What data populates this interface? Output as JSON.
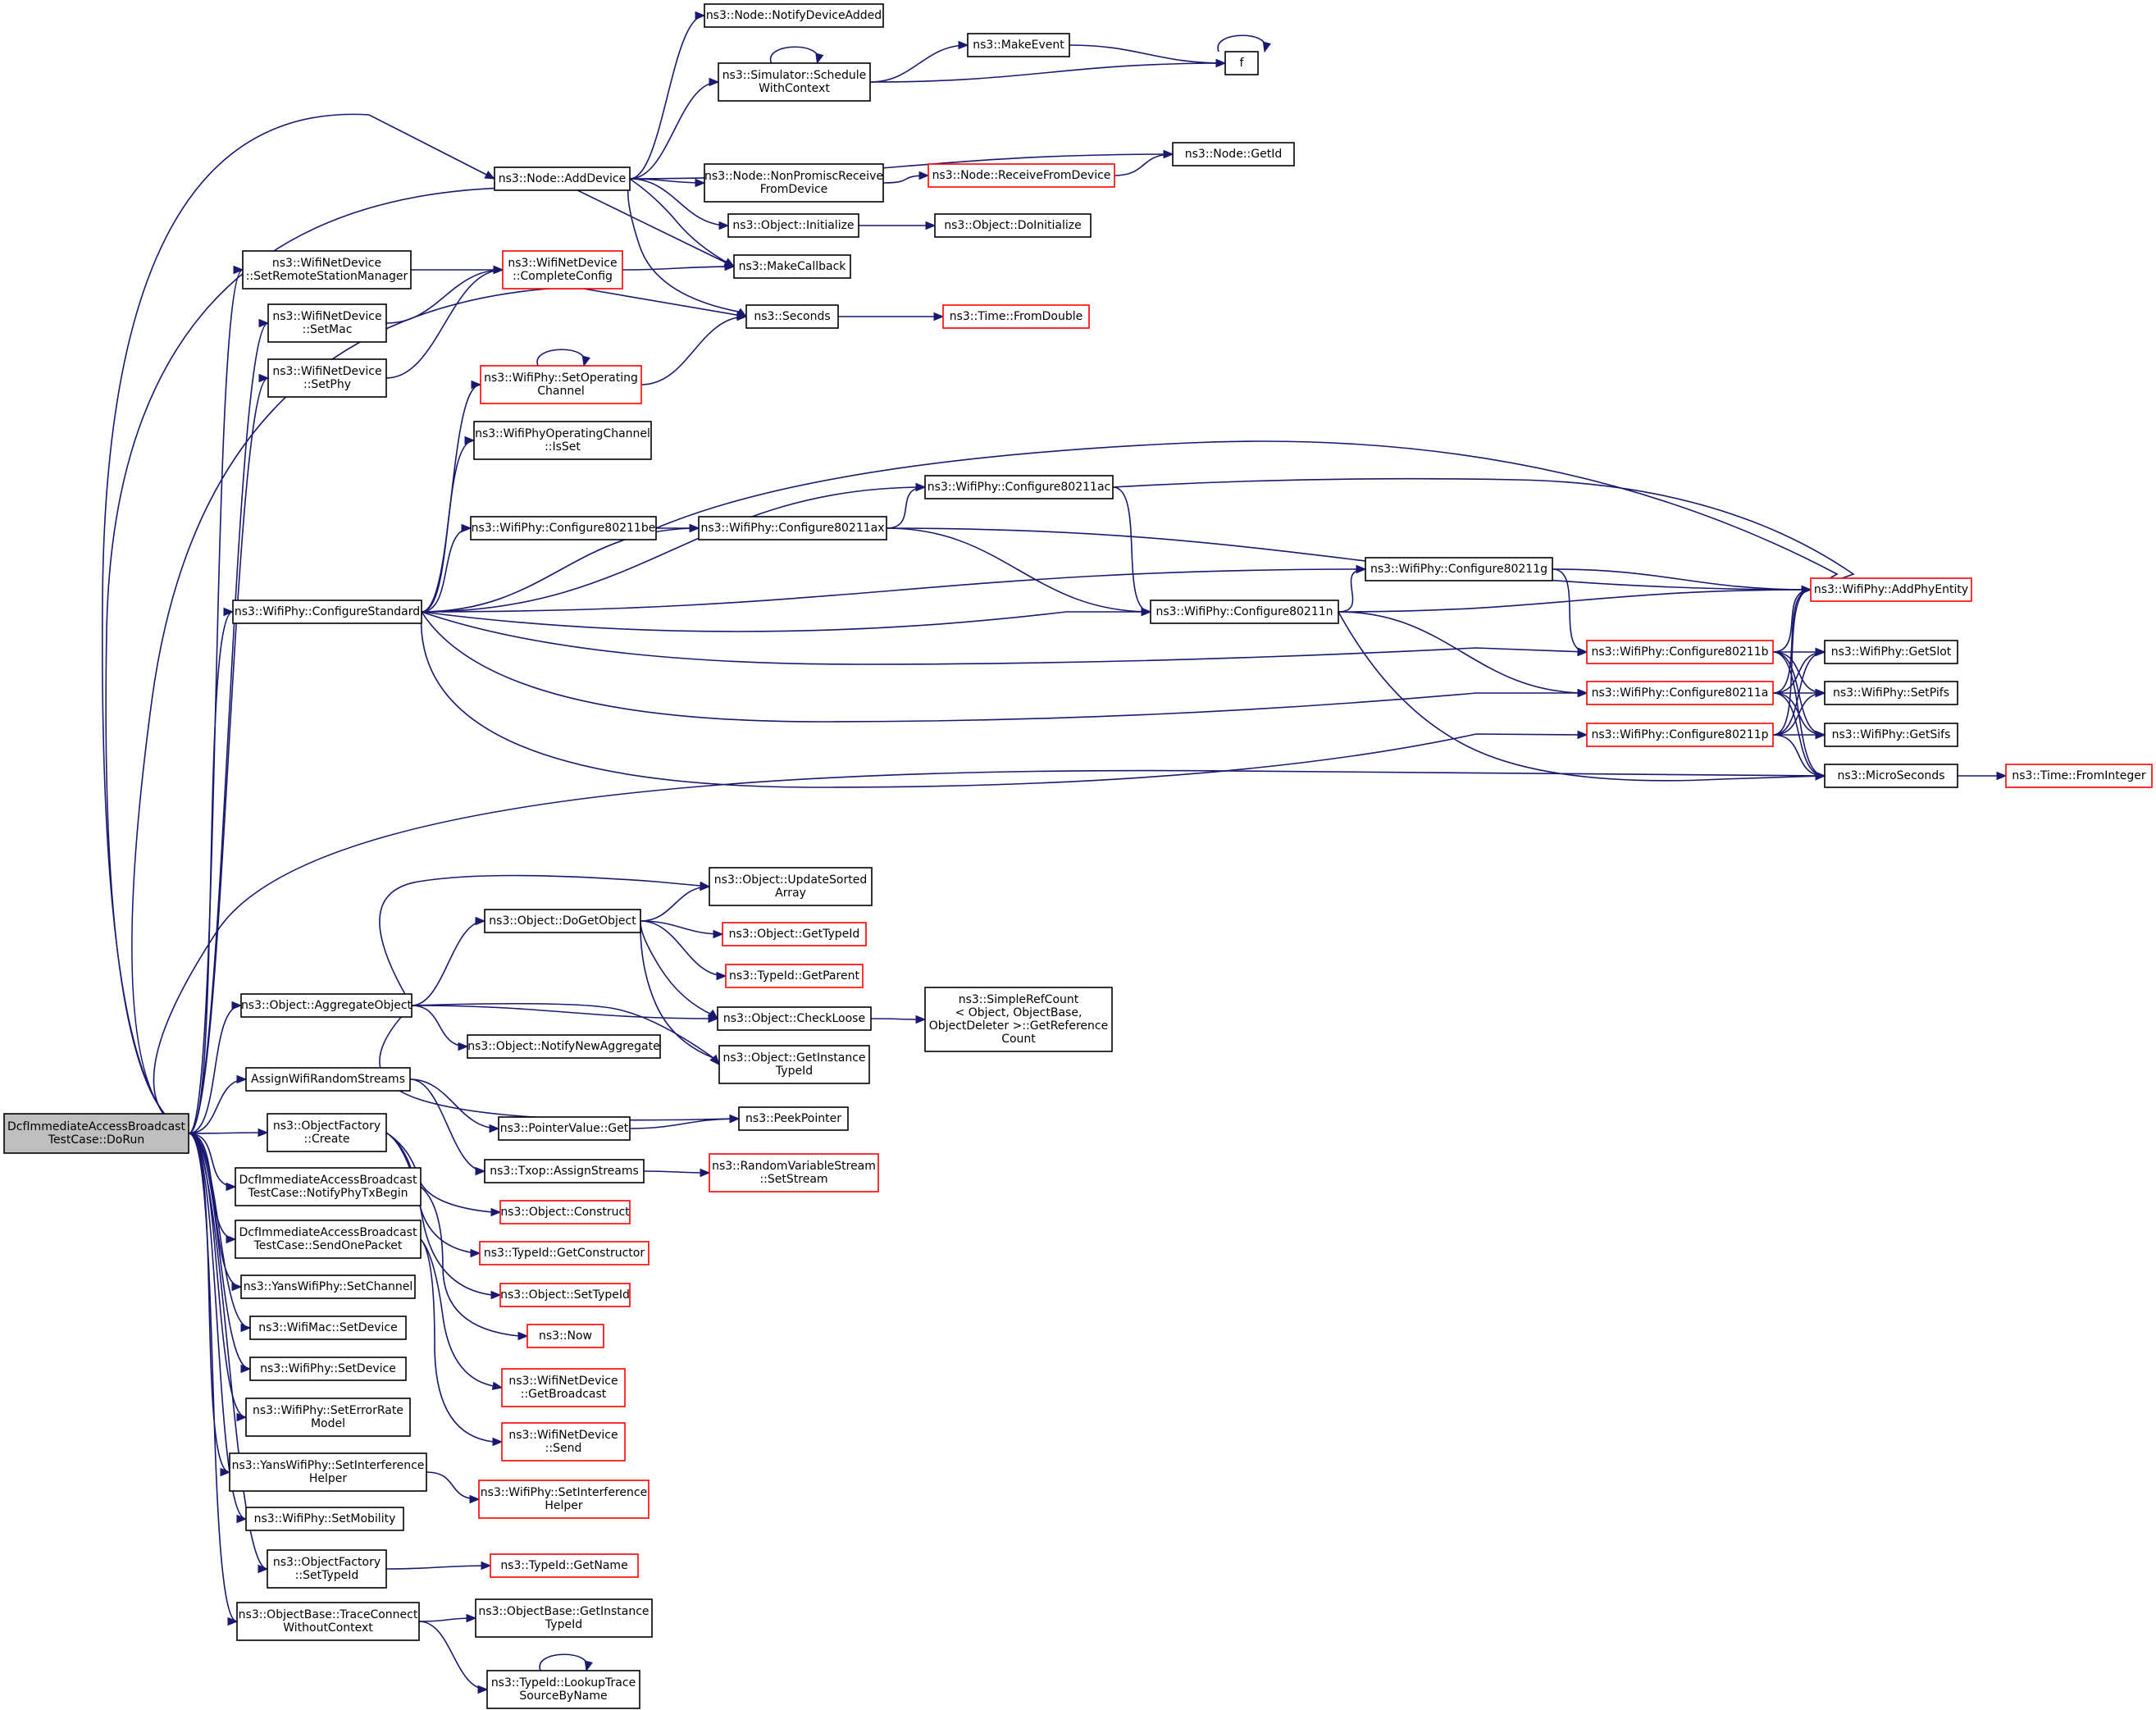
{
  "graph": {
    "nodes": [
      {
        "id": "root",
        "lines": [
          "DcfImmediateAccessBroadcast",
          "TestCase::DoRun"
        ],
        "border": "black",
        "fill": "#bfbfbf"
      },
      {
        "id": "addDevice",
        "lines": [
          "ns3::Node::AddDevice"
        ],
        "border": "black"
      },
      {
        "id": "notifyDevAdded",
        "lines": [
          "ns3::Node::NotifyDeviceAdded"
        ],
        "border": "black"
      },
      {
        "id": "schedule",
        "lines": [
          "ns3::Simulator::Schedule",
          "WithContext"
        ],
        "border": "black"
      },
      {
        "id": "makeEvent",
        "lines": [
          "ns3::MakeEvent"
        ],
        "border": "black"
      },
      {
        "id": "f",
        "lines": [
          "f"
        ],
        "border": "black"
      },
      {
        "id": "getId",
        "lines": [
          "ns3::Node::GetId"
        ],
        "border": "black"
      },
      {
        "id": "nonPromisc",
        "lines": [
          "ns3::Node::NonPromiscReceive",
          "FromDevice"
        ],
        "border": "black"
      },
      {
        "id": "recvFromDevice",
        "lines": [
          "ns3::Node::ReceiveFromDevice"
        ],
        "border": "red"
      },
      {
        "id": "objInit",
        "lines": [
          "ns3::Object::Initialize"
        ],
        "border": "black"
      },
      {
        "id": "objDoInit",
        "lines": [
          "ns3::Object::DoInitialize"
        ],
        "border": "black"
      },
      {
        "id": "makeCallback",
        "lines": [
          "ns3::MakeCallback"
        ],
        "border": "black"
      },
      {
        "id": "setRSM",
        "lines": [
          "ns3::WifiNetDevice",
          "::SetRemoteStationManager"
        ],
        "border": "black"
      },
      {
        "id": "completeConfig",
        "lines": [
          "ns3::WifiNetDevice",
          "::CompleteConfig"
        ],
        "border": "red"
      },
      {
        "id": "setMac",
        "lines": [
          "ns3::WifiNetDevice",
          "::SetMac"
        ],
        "border": "black"
      },
      {
        "id": "setPhy",
        "lines": [
          "ns3::WifiNetDevice",
          "::SetPhy"
        ],
        "border": "black"
      },
      {
        "id": "seconds",
        "lines": [
          "ns3::Seconds"
        ],
        "border": "black"
      },
      {
        "id": "fromDouble",
        "lines": [
          "ns3::Time::FromDouble"
        ],
        "border": "red"
      },
      {
        "id": "setOpCh",
        "lines": [
          "ns3::WifiPhy::SetOperating",
          "Channel"
        ],
        "border": "red"
      },
      {
        "id": "opChIsSet",
        "lines": [
          "ns3::WifiPhyOperatingChannel",
          "::IsSet"
        ],
        "border": "black"
      },
      {
        "id": "c11ac",
        "lines": [
          "ns3::WifiPhy::Configure80211ac"
        ],
        "border": "black"
      },
      {
        "id": "c11be",
        "lines": [
          "ns3::WifiPhy::Configure80211be"
        ],
        "border": "black"
      },
      {
        "id": "c11ax",
        "lines": [
          "ns3::WifiPhy::Configure80211ax"
        ],
        "border": "black"
      },
      {
        "id": "c11g",
        "lines": [
          "ns3::WifiPhy::Configure80211g"
        ],
        "border": "black"
      },
      {
        "id": "configStd",
        "lines": [
          "ns3::WifiPhy::ConfigureStandard"
        ],
        "border": "black"
      },
      {
        "id": "c11n",
        "lines": [
          "ns3::WifiPhy::Configure80211n"
        ],
        "border": "black"
      },
      {
        "id": "addPhyEntity",
        "lines": [
          "ns3::WifiPhy::AddPhyEntity"
        ],
        "border": "red"
      },
      {
        "id": "c11b",
        "lines": [
          "ns3::WifiPhy::Configure80211b"
        ],
        "border": "red"
      },
      {
        "id": "getSlot",
        "lines": [
          "ns3::WifiPhy::GetSlot"
        ],
        "border": "black"
      },
      {
        "id": "c11a",
        "lines": [
          "ns3::WifiPhy::Configure80211a"
        ],
        "border": "red"
      },
      {
        "id": "setPifs",
        "lines": [
          "ns3::WifiPhy::SetPifs"
        ],
        "border": "black"
      },
      {
        "id": "c11p",
        "lines": [
          "ns3::WifiPhy::Configure80211p"
        ],
        "border": "red"
      },
      {
        "id": "getSifs",
        "lines": [
          "ns3::WifiPhy::GetSifs"
        ],
        "border": "black"
      },
      {
        "id": "microSeconds",
        "lines": [
          "ns3::MicroSeconds"
        ],
        "border": "black"
      },
      {
        "id": "fromInteger",
        "lines": [
          "ns3::Time::FromInteger"
        ],
        "border": "red"
      },
      {
        "id": "updSorted",
        "lines": [
          "ns3::Object::UpdateSorted",
          "Array"
        ],
        "border": "black"
      },
      {
        "id": "doGetObj",
        "lines": [
          "ns3::Object::DoGetObject"
        ],
        "border": "black"
      },
      {
        "id": "getTypeId",
        "lines": [
          "ns3::Object::GetTypeId"
        ],
        "border": "red"
      },
      {
        "id": "getParent",
        "lines": [
          "ns3::TypeId::GetParent"
        ],
        "border": "red"
      },
      {
        "id": "aggObj",
        "lines": [
          "ns3::Object::AggregateObject"
        ],
        "border": "black"
      },
      {
        "id": "checkLoose",
        "lines": [
          "ns3::Object::CheckLoose"
        ],
        "border": "black"
      },
      {
        "id": "simpleRef",
        "lines": [
          "ns3::SimpleRefCount",
          "< Object, ObjectBase,",
          "ObjectDeleter >::GetReference",
          "Count"
        ],
        "border": "black"
      },
      {
        "id": "notifyNewAgg",
        "lines": [
          "ns3::Object::NotifyNewAggregate"
        ],
        "border": "black"
      },
      {
        "id": "getInstTid",
        "lines": [
          "ns3::Object::GetInstance",
          "TypeId"
        ],
        "border": "black"
      },
      {
        "id": "assignRand",
        "lines": [
          "AssignWifiRandomStreams"
        ],
        "border": "black"
      },
      {
        "id": "peekPtr",
        "lines": [
          "ns3::PeekPointer"
        ],
        "border": "black"
      },
      {
        "id": "ptrGet",
        "lines": [
          "ns3::PointerValue::Get"
        ],
        "border": "black"
      },
      {
        "id": "objFactCreate",
        "lines": [
          "ns3::ObjectFactory",
          "::Create"
        ],
        "border": "black"
      },
      {
        "id": "txopAssign",
        "lines": [
          "ns3::Txop::AssignStreams"
        ],
        "border": "black"
      },
      {
        "id": "rvsSetStream",
        "lines": [
          "ns3::RandomVariableStream",
          "::SetStream"
        ],
        "border": "red"
      },
      {
        "id": "notifyPhyTx",
        "lines": [
          "DcfImmediateAccessBroadcast",
          "TestCase::NotifyPhyTxBegin"
        ],
        "border": "black"
      },
      {
        "id": "objConstruct",
        "lines": [
          "ns3::Object::Construct"
        ],
        "border": "red"
      },
      {
        "id": "sendOne",
        "lines": [
          "DcfImmediateAccessBroadcast",
          "TestCase::SendOnePacket"
        ],
        "border": "black"
      },
      {
        "id": "getCtor",
        "lines": [
          "ns3::TypeId::GetConstructor"
        ],
        "border": "red"
      },
      {
        "id": "yansSetCh",
        "lines": [
          "ns3::YansWifiPhy::SetChannel"
        ],
        "border": "black"
      },
      {
        "id": "objSetTid",
        "lines": [
          "ns3::Object::SetTypeId"
        ],
        "border": "red"
      },
      {
        "id": "macSetDev",
        "lines": [
          "ns3::WifiMac::SetDevice"
        ],
        "border": "black"
      },
      {
        "id": "now",
        "lines": [
          "ns3::Now"
        ],
        "border": "red"
      },
      {
        "id": "phySetDev",
        "lines": [
          "ns3::WifiPhy::SetDevice"
        ],
        "border": "black"
      },
      {
        "id": "getBcast",
        "lines": [
          "ns3::WifiNetDevice",
          "::GetBroadcast"
        ],
        "border": "red"
      },
      {
        "id": "setErrModel",
        "lines": [
          "ns3::WifiPhy::SetErrorRate",
          "Model"
        ],
        "border": "black"
      },
      {
        "id": "devSend",
        "lines": [
          "ns3::WifiNetDevice",
          "::Send"
        ],
        "border": "red"
      },
      {
        "id": "yansSetIntf",
        "lines": [
          "ns3::YansWifiPhy::SetInterference",
          "Helper"
        ],
        "border": "black"
      },
      {
        "id": "phySetIntf",
        "lines": [
          "ns3::WifiPhy::SetInterference",
          "Helper"
        ],
        "border": "red"
      },
      {
        "id": "setMobility",
        "lines": [
          "ns3::WifiPhy::SetMobility"
        ],
        "border": "black"
      },
      {
        "id": "objFactSetTid",
        "lines": [
          "ns3::ObjectFactory",
          "::SetTypeId"
        ],
        "border": "black"
      },
      {
        "id": "tidGetName",
        "lines": [
          "ns3::TypeId::GetName"
        ],
        "border": "red"
      },
      {
        "id": "traceConnect",
        "lines": [
          "ns3::ObjectBase::TraceConnect",
          "WithoutContext"
        ],
        "border": "black"
      },
      {
        "id": "obGetInstTid",
        "lines": [
          "ns3::ObjectBase::GetInstance",
          "TypeId"
        ],
        "border": "black"
      },
      {
        "id": "lookupTrace",
        "lines": [
          "ns3::TypeId::LookupTrace",
          "SourceByName"
        ],
        "border": "black"
      }
    ],
    "edges": [
      [
        "root",
        "addDevice"
      ],
      [
        "root",
        "makeCallback"
      ],
      [
        "root",
        "setRSM"
      ],
      [
        "root",
        "setMac"
      ],
      [
        "root",
        "setPhy"
      ],
      [
        "root",
        "seconds"
      ],
      [
        "root",
        "configStd"
      ],
      [
        "root",
        "microSeconds"
      ],
      [
        "root",
        "aggObj"
      ],
      [
        "root",
        "assignRand"
      ],
      [
        "root",
        "objFactCreate"
      ],
      [
        "root",
        "notifyPhyTx"
      ],
      [
        "root",
        "sendOne"
      ],
      [
        "root",
        "yansSetCh"
      ],
      [
        "root",
        "macSetDev"
      ],
      [
        "root",
        "phySetDev"
      ],
      [
        "root",
        "setErrModel"
      ],
      [
        "root",
        "yansSetIntf"
      ],
      [
        "root",
        "setMobility"
      ],
      [
        "root",
        "objFactSetTid"
      ],
      [
        "root",
        "traceConnect"
      ],
      [
        "addDevice",
        "notifyDevAdded"
      ],
      [
        "addDevice",
        "schedule"
      ],
      [
        "addDevice",
        "getId"
      ],
      [
        "addDevice",
        "nonPromisc"
      ],
      [
        "addDevice",
        "objInit"
      ],
      [
        "addDevice",
        "makeCallback"
      ],
      [
        "addDevice",
        "seconds"
      ],
      [
        "schedule",
        "schedule"
      ],
      [
        "schedule",
        "makeEvent"
      ],
      [
        "schedule",
        "f"
      ],
      [
        "makeEvent",
        "f"
      ],
      [
        "f",
        "f"
      ],
      [
        "nonPromisc",
        "recvFromDevice"
      ],
      [
        "recvFromDevice",
        "getId"
      ],
      [
        "objInit",
        "objDoInit"
      ],
      [
        "setRSM",
        "completeConfig"
      ],
      [
        "setMac",
        "completeConfig"
      ],
      [
        "setPhy",
        "completeConfig"
      ],
      [
        "completeConfig",
        "makeCallback"
      ],
      [
        "seconds",
        "fromDouble"
      ],
      [
        "setOpCh",
        "setOpCh"
      ],
      [
        "setOpCh",
        "seconds"
      ],
      [
        "configStd",
        "setOpCh"
      ],
      [
        "configStd",
        "opChIsSet"
      ],
      [
        "configStd",
        "c11ac"
      ],
      [
        "configStd",
        "c11be"
      ],
      [
        "configStd",
        "c11ax"
      ],
      [
        "configStd",
        "c11g"
      ],
      [
        "configStd",
        "c11n"
      ],
      [
        "configStd",
        "c11b"
      ],
      [
        "configStd",
        "c11a"
      ],
      [
        "configStd",
        "c11p"
      ],
      [
        "c11be",
        "c11ax"
      ],
      [
        "c11be",
        "addPhyEntity"
      ],
      [
        "c11ax",
        "c11ac"
      ],
      [
        "c11ax",
        "c11n"
      ],
      [
        "c11ax",
        "addPhyEntity"
      ],
      [
        "c11ac",
        "c11n"
      ],
      [
        "c11ac",
        "addPhyEntity"
      ],
      [
        "c11n",
        "c11g"
      ],
      [
        "c11n",
        "addPhyEntity"
      ],
      [
        "c11n",
        "c11a"
      ],
      [
        "c11n",
        "microSeconds"
      ],
      [
        "c11g",
        "addPhyEntity"
      ],
      [
        "c11g",
        "c11b"
      ],
      [
        "c11b",
        "addPhyEntity"
      ],
      [
        "c11b",
        "getSlot"
      ],
      [
        "c11b",
        "setPifs"
      ],
      [
        "c11b",
        "getSifs"
      ],
      [
        "c11b",
        "microSeconds"
      ],
      [
        "c11a",
        "addPhyEntity"
      ],
      [
        "c11a",
        "getSlot"
      ],
      [
        "c11a",
        "setPifs"
      ],
      [
        "c11a",
        "getSifs"
      ],
      [
        "c11a",
        "microSeconds"
      ],
      [
        "c11p",
        "addPhyEntity"
      ],
      [
        "c11p",
        "getSlot"
      ],
      [
        "c11p",
        "setPifs"
      ],
      [
        "c11p",
        "getSifs"
      ],
      [
        "c11p",
        "microSeconds"
      ],
      [
        "microSeconds",
        "fromInteger"
      ],
      [
        "aggObj",
        "updSorted"
      ],
      [
        "aggObj",
        "doGetObj"
      ],
      [
        "aggObj",
        "checkLoose"
      ],
      [
        "aggObj",
        "notifyNewAgg"
      ],
      [
        "aggObj",
        "getInstTid"
      ],
      [
        "aggObj",
        "peekPtr"
      ],
      [
        "doGetObj",
        "updSorted"
      ],
      [
        "doGetObj",
        "getTypeId"
      ],
      [
        "doGetObj",
        "getParent"
      ],
      [
        "doGetObj",
        "checkLoose"
      ],
      [
        "doGetObj",
        "getInstTid"
      ],
      [
        "checkLoose",
        "simpleRef"
      ],
      [
        "assignRand",
        "ptrGet"
      ],
      [
        "assignRand",
        "txopAssign"
      ],
      [
        "ptrGet",
        "peekPtr"
      ],
      [
        "txopAssign",
        "rvsSetStream"
      ],
      [
        "objFactCreate",
        "objConstruct"
      ],
      [
        "objFactCreate",
        "getCtor"
      ],
      [
        "objFactCreate",
        "objSetTid"
      ],
      [
        "notifyPhyTx",
        "now"
      ],
      [
        "sendOne",
        "getBcast"
      ],
      [
        "sendOne",
        "devSend"
      ],
      [
        "yansSetIntf",
        "phySetIntf"
      ],
      [
        "objFactSetTid",
        "tidGetName"
      ],
      [
        "traceConnect",
        "obGetInstTid"
      ],
      [
        "traceConnect",
        "lookupTrace"
      ],
      [
        "lookupTrace",
        "lookupTrace"
      ]
    ]
  },
  "colors": {
    "edge": "#191970",
    "black_border": "#000000",
    "red_border": "#ff0000",
    "root_fill": "#bfbfbf"
  }
}
